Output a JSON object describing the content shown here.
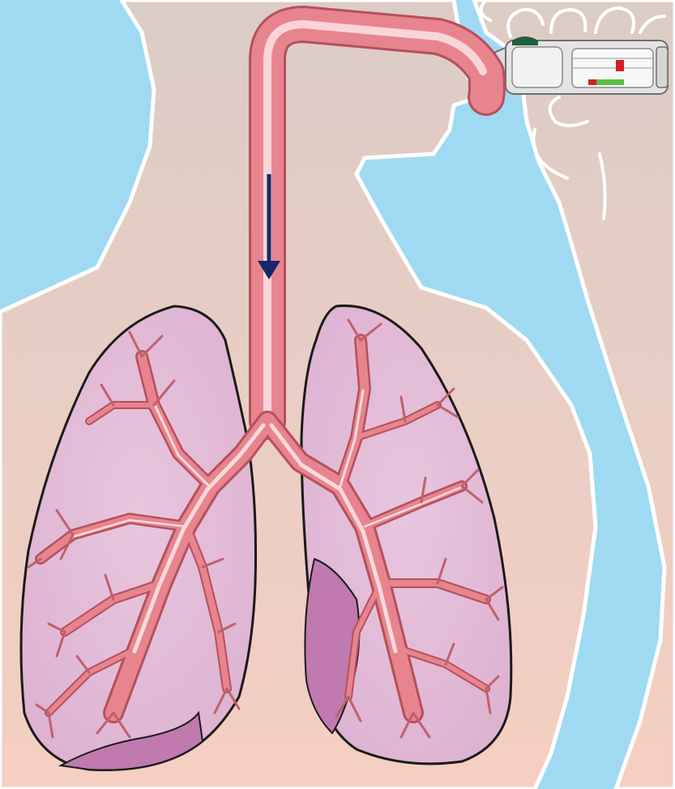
{
  "scene": {
    "subject": "inhaler-medication-pathway",
    "parts": [
      "background",
      "torso-silhouette",
      "hand",
      "inhaler",
      "trachea",
      "airflow-arrow",
      "right-lung",
      "left-lung",
      "bronchial-tree"
    ]
  },
  "colors": {
    "background": "#9fdaf2",
    "skin_top": "#dcccc6",
    "skin_bottom": "#f5cfc2",
    "outline": "#ffffff",
    "lung_fill": "#e2bad6",
    "lung_dark": "#c07ab0",
    "airway": "#e8848e",
    "airway_edge": "#b5505c",
    "airway_highlight": "#fbe3e6",
    "arrow": "#13296b",
    "inhaler_body": "#e4e4e4",
    "inhaler_cap": "#1f5f3c",
    "indicator_red": "#d21f26",
    "indicator_green": "#5cbf47"
  },
  "arrow": {
    "direction": "down",
    "meaning": "airflow-into-lungs"
  }
}
